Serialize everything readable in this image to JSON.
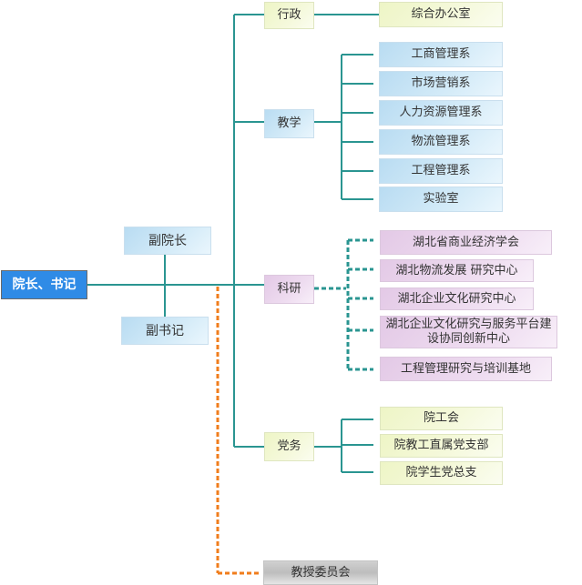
{
  "colors": {
    "connector": "#2a9591",
    "dashed_connector": "#2a9591",
    "orange_connector": "#f07d1c",
    "root_fill": "#2f8be6"
  },
  "root": {
    "label": "院长、书记"
  },
  "deputies": {
    "vice_president": "副院长",
    "deputy_secretary": "副书记"
  },
  "branches": {
    "admin": {
      "label": "行政",
      "children": [
        "综合办公室"
      ]
    },
    "teaching": {
      "label": "教学",
      "children": [
        "工商管理系",
        "市场营销系",
        "人力资源管理系",
        "物流管理系",
        "工程管理系",
        "实验室"
      ]
    },
    "research": {
      "label": "科研",
      "children": [
        "湖北省商业经济学会",
        "湖北物流发展 研究中心",
        "湖北企业文化研究中心",
        "湖北企业文化研究与服务平台建设协同创新中心",
        "工程管理研究与培训基地"
      ]
    },
    "party": {
      "label": "党务",
      "children": [
        "院工会",
        "院教工直属党支部",
        "院学生党总支"
      ]
    }
  },
  "committee": {
    "label": "教授委员会"
  }
}
